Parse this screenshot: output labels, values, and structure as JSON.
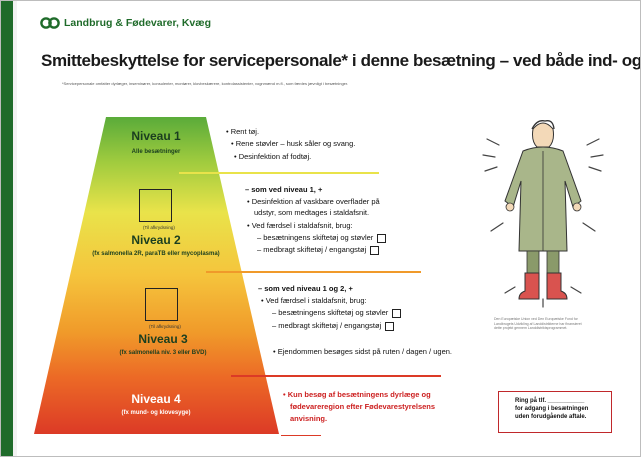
{
  "brand": {
    "name": "Landbrug & Fødevarer, Kvæg",
    "color": "#1f6b2a"
  },
  "title": "Smittebeskyttelse for servicepersonale* i denne besætning – ved både ind- og udgang.",
  "subtitle": "*Servicepersonale omfatter dyrlæger, inseminører, konsulenter, montører, klovbeskærere, kontrolassistenter, vognmænd m.fl., som færdes jævnligt i besætninger.",
  "colors": {
    "level1": "#6bb33a",
    "level2": "#e9e34a",
    "level3": "#f09a2a",
    "level4": "#dc3a26",
    "red": "#cc1f1f"
  },
  "levels": [
    {
      "title": "Niveau 1",
      "sub": "Alle besætninger"
    },
    {
      "title": "Niveau 2",
      "sub": "(fx salmonella 2R, paraTB eller mycoplasma)",
      "box_caption": "(Til afkrydsning)"
    },
    {
      "title": "Niveau 3",
      "sub": "(fx salmonella niv. 3 eller BVD)",
      "box_caption": "(Til afkrydsning)"
    },
    {
      "title": "Niveau 4",
      "sub": "(fx mund- og klovesyge)"
    }
  ],
  "rules1": [
    "Rent tøj.",
    "Rene støvler – husk såler og svang.",
    "Desinfektion af fodtøj."
  ],
  "rules2": {
    "head": "– som ved niveau 1, +",
    "b1a": "Desinfektion af vaskbare overflader på",
    "b1b": "udstyr, som medtages i staldafsnit.",
    "b2": "Ved færdsel i staldafsnit, brug:",
    "o1": "– besætningens skiftetøj og støvler",
    "o2": "– medbragt skiftetøj / engangstøj"
  },
  "rules3": {
    "head": "– som ved niveau 1 og 2, +",
    "b1": "Ved færdsel i staldafsnit, brug:",
    "o1": "– besætningens skiftetøj og støvler",
    "o2": "– medbragt skiftetøj / engangstøj",
    "b2": "Ejendommen besøges sidst på ruten / dagen / ugen."
  },
  "rules4": [
    "Kun besøg af besætningens dyrlæge og",
    "fødevareregion efter Fødevarestyrelsens",
    "anvisning."
  ],
  "illustration_caption": "Den Europæiske Union ved Den Europæiske Fond for Landbrugets Udvikling af Landdistrikterne har finansieret dette projekt gennem Landdistriktsprogrammet.",
  "callbox": [
    "Ring på tlf. ___________",
    "for adgang i besætningen",
    "uden forudgående aftale."
  ]
}
